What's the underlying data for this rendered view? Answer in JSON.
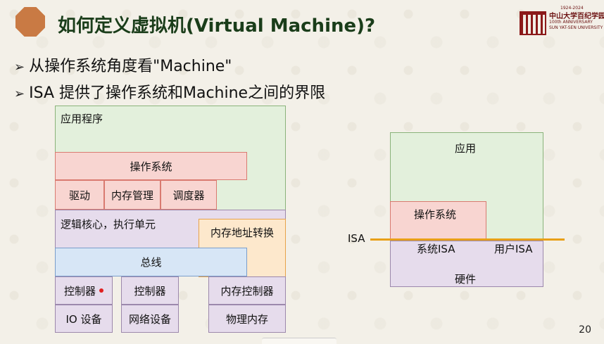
{
  "title": "如何定义虚拟机(Virtual Machine)?",
  "logo": {
    "university_name": "中山大学百纪学园",
    "years": "1924-2024",
    "anniversary": "100th ANNIVERSARY",
    "university_en": "SUN YAT-SEN UNIVERSITY"
  },
  "bullets": [
    {
      "text": "从操作系统角度看\"Machine\""
    },
    {
      "text": "ISA 提供了操作系统和Machine之间的界限"
    }
  ],
  "left_diagram": {
    "application": "应用程序",
    "os": "操作系统",
    "driver": "驱动",
    "memory_mgmt": "内存管理",
    "scheduler": "调度器",
    "logic_core": "逻辑核心，执行单元",
    "addr_translation": "内存地址转换",
    "bus": "总线",
    "controller1": "控制器",
    "controller2": "控制器",
    "memory_controller": "内存控制器",
    "io_device": "IO 设备",
    "network_device": "网络设备",
    "physical_memory": "物理内存"
  },
  "right_diagram": {
    "application": "应用",
    "os": "操作系统",
    "isa_label": "ISA",
    "system_isa": "系统ISA",
    "user_isa": "用户ISA",
    "hardware": "硬件"
  },
  "page_number": "20",
  "colors": {
    "title": "#1a3d1a",
    "isa_line": "#e8a018",
    "logo_badge": "#c97a44"
  }
}
